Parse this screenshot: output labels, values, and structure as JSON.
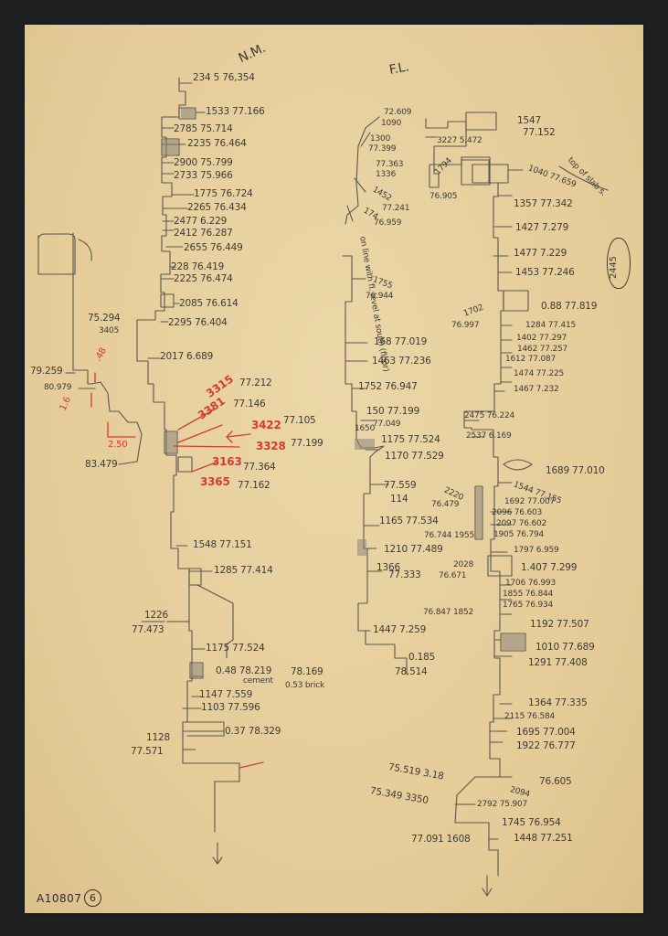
{
  "section_labels": {
    "left": "N.M.",
    "right": "F.L."
  },
  "circled_number": "2445",
  "catalog": {
    "id": "A10807",
    "sheet": "6"
  },
  "left_profile": {
    "labels": [
      "234 5 76,354",
      "1533 77.166",
      "2785 75.714",
      "2235 76.464",
      "2900 75.799",
      "2733 75.966",
      "1775 76.724",
      "2265 76.434",
      "2477 6.229",
      "2412 76.287",
      "2655 76.449",
      "228 76.419",
      "2225 76.474",
      "2085 76.614",
      "2295 76.404",
      "75.294",
      "3405",
      "2017 6.689",
      "79.259",
      "80.979",
      "83.479",
      "1548 77.151",
      "1285 77.414",
      "1226",
      "77.473",
      "1175 77.524",
      "0.48 78.219",
      "cement",
      "78.169",
      "0.53 brick",
      "1147 7.559",
      "1103 77.596",
      "0.37 78.329",
      "1128",
      "77.571",
      "77.212",
      "77.146",
      "77.105",
      "77.199",
      "77.364",
      "77.162"
    ],
    "red_labels": [
      ".48",
      "1.6",
      "2.50",
      "3315",
      "3381",
      "3422",
      "3328",
      "3163",
      "3365"
    ]
  },
  "right_profile": {
    "labels": [
      "72.609",
      "1090",
      "1300",
      "77.399",
      "77.363",
      "1336",
      "1794",
      "1452",
      "77.241",
      "174",
      "76.959",
      "76.905",
      "on line with fl. level at south (floor)",
      "1547",
      "77.152",
      "3227 5.472",
      "1040 77.659",
      "top of slab s.",
      "1357 77.342",
      "1427 7.279",
      "1477 7.229",
      "1453 77.246",
      "0.88 77.819",
      "1284 77.415",
      "1402 77.297",
      "1462 77.257",
      "1612 77.087",
      "1474 77.225",
      "1467 7.232",
      "1755",
      "76.944",
      "1702",
      "76.997",
      "168 77.019",
      "1463 77.236",
      "1752 76.947",
      "150 77.199",
      "1650",
      "77.049",
      "1175 77.524",
      "1170 77.529",
      "2475 76.224",
      "2537 6.169",
      "1689 77.010",
      "1544 77.155",
      "1692 77.007",
      "2096 76.603",
      "2097 76.602",
      "1905 76.794",
      "77.559",
      "114",
      "2220",
      "76.479",
      "1165 77.534",
      "76.744 1955",
      "1210 77.489",
      "1366",
      "77.333",
      "1797 6.959",
      "1.407 7.299",
      "2028",
      "76.671",
      "1706 76.993",
      "1855 76.844",
      "1765 76.934",
      "76.847 1852",
      "1192 77.507",
      "1447 7.259",
      "1010 77.689",
      "1291 77.408",
      "0.185",
      "78.514",
      "1364 77.335",
      "2115 76.584",
      "1695 77.004",
      "1922 76.777",
      "75.519 3.18",
      "76.605",
      "2094",
      "75.349 3350",
      "2792 75.907",
      "1745 76.954",
      "1448 77.251",
      "77.091 1608"
    ]
  },
  "colors": {
    "paper": "#e6cf9e",
    "pencil": "#3d3a36",
    "red_pencil": "#d63b35",
    "background": "#1e1f21"
  }
}
